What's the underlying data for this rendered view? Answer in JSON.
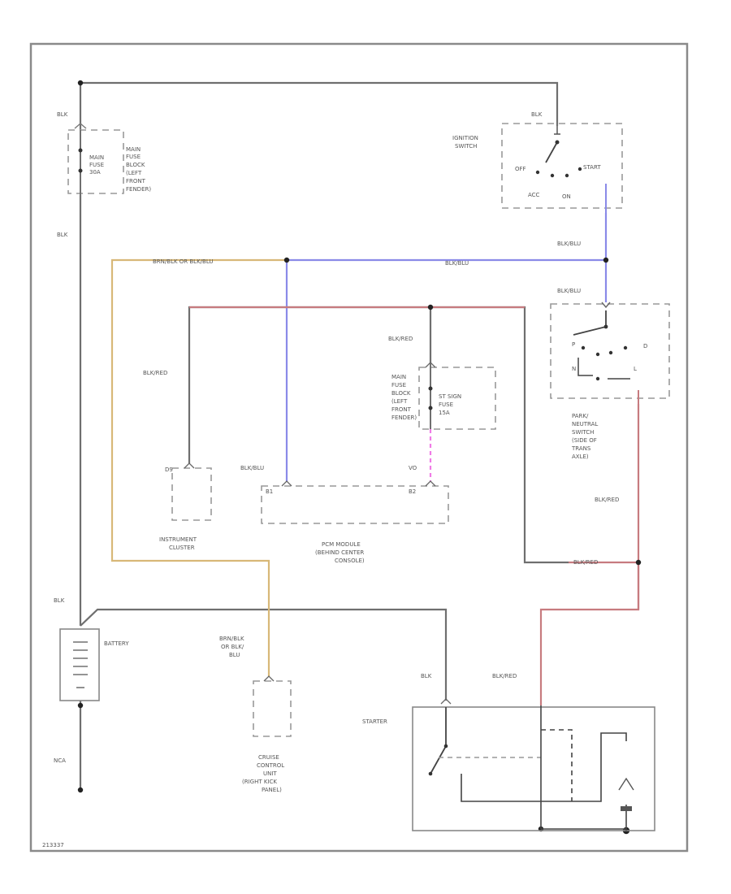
{
  "colors": {
    "black_wire": "#6f6f6f",
    "blue_wire": "#8a8ae8",
    "red_wire": "#c77b7f",
    "orange_wire": "#d8b878",
    "pink_wire": "#f07be6",
    "frame": "#8a8a8a"
  },
  "wires": {
    "blk_top": "BLK",
    "blk_left": "BLK",
    "blk_ign": "BLK",
    "brn_or_blu_top": "BRN/BLK OR BLK/BLU",
    "blk_blu_mid": "BLK/BLU",
    "blk_blu_right": "BLK/BLU",
    "blk_blu_png": "BLK/BLU",
    "blk_red_center": "BLK/RED",
    "blk_red_left": "BLK/RED",
    "blk_red_right": "BLK/RED",
    "blk_red_lower": "BLK/RED",
    "blk_red_starter": "BLK/RED",
    "blk_battery": "BLK",
    "blk_starter": "BLK",
    "brn_cruise_1": "BRN/BLK",
    "brn_cruise_2": "OR BLK/",
    "brn_cruise_3": "BLU",
    "nca": "NCA"
  },
  "main_fuse": [
    "MAIN",
    "FUSE",
    "30A"
  ],
  "main_fuse_block": [
    "MAIN",
    "FUSE",
    "BLOCK",
    "(LEFT",
    "FRONT",
    "FENDER)"
  ],
  "ignition_switch": {
    "name": [
      "IGNITION",
      "SWITCH"
    ],
    "off": "OFF",
    "start": "START",
    "acc": "ACC",
    "on": "ON"
  },
  "png_switch": {
    "p": "P",
    "d": "D",
    "n": "N",
    "l": "L",
    "name": [
      "PARK/",
      "NEUTRAL",
      "SWITCH",
      "(SIDE OF",
      "TRANS",
      "AXLE)"
    ]
  },
  "center_fuse_block": [
    "MAIN",
    "FUSE",
    "BLOCK",
    "(LEFT",
    "FRONT",
    "FENDER)"
  ],
  "st_fuse": [
    "ST SIGN",
    "FUSE",
    "15A"
  ],
  "instrument_cluster": {
    "pin": "D9",
    "name": [
      "INSTRUMENT",
      "CLUSTER"
    ]
  },
  "pcm": {
    "pin_in": "BLK/BLU",
    "pin_vo": "VO",
    "pin_left": "B1",
    "pin_right": "B2",
    "name": [
      "PCM MODULE",
      "(BEHIND CENTER",
      "CONSOLE)"
    ]
  },
  "battery": "BATTERY",
  "cruise": [
    "CRUISE",
    "CONTROL",
    "UNIT",
    "(RIGHT KICK",
    "PANEL)"
  ],
  "starter": "STARTER",
  "figure_id": "213337"
}
